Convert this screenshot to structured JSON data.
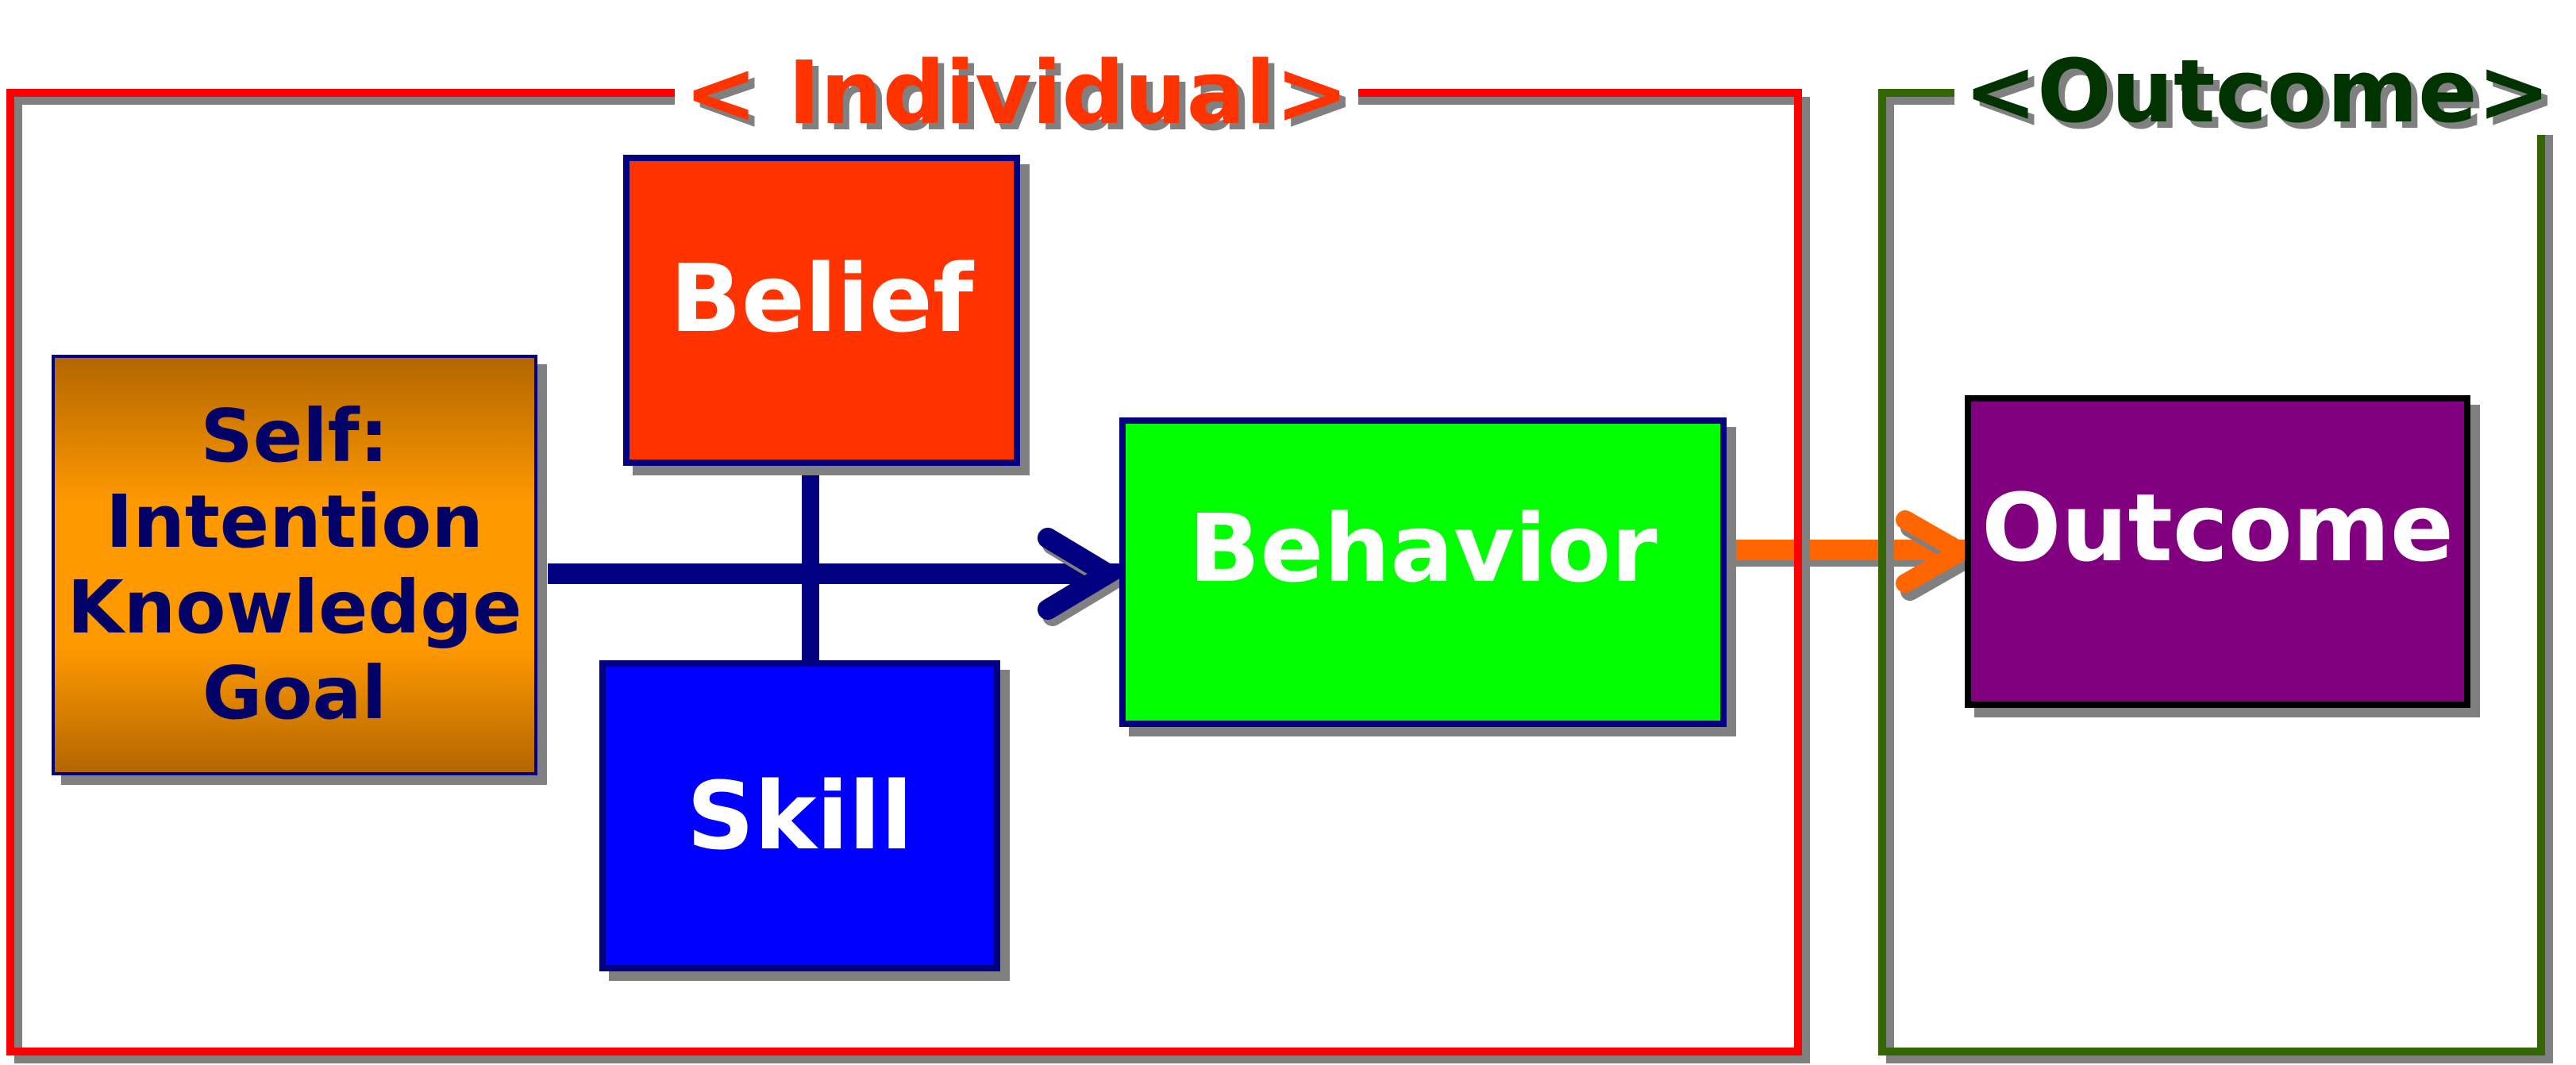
{
  "groups": {
    "individual": {
      "title": "< Individual>",
      "color": "#ff0000",
      "title_color": "#ff3300"
    },
    "outcome": {
      "title": "<Outcome>",
      "color": "#336600",
      "title_color": "#003300"
    }
  },
  "nodes": {
    "self": {
      "lines": [
        "Self:",
        "Intention",
        "Knowledge",
        "Goal"
      ],
      "text_color": "#000066"
    },
    "belief": {
      "label": "Belief",
      "color": "#ff3300"
    },
    "skill": {
      "label": "Skill",
      "color": "#0000ff"
    },
    "behavior": {
      "label": "Behavior",
      "color": "#00ff00"
    },
    "outcome": {
      "label": "Outcome",
      "color": "#800080"
    }
  }
}
